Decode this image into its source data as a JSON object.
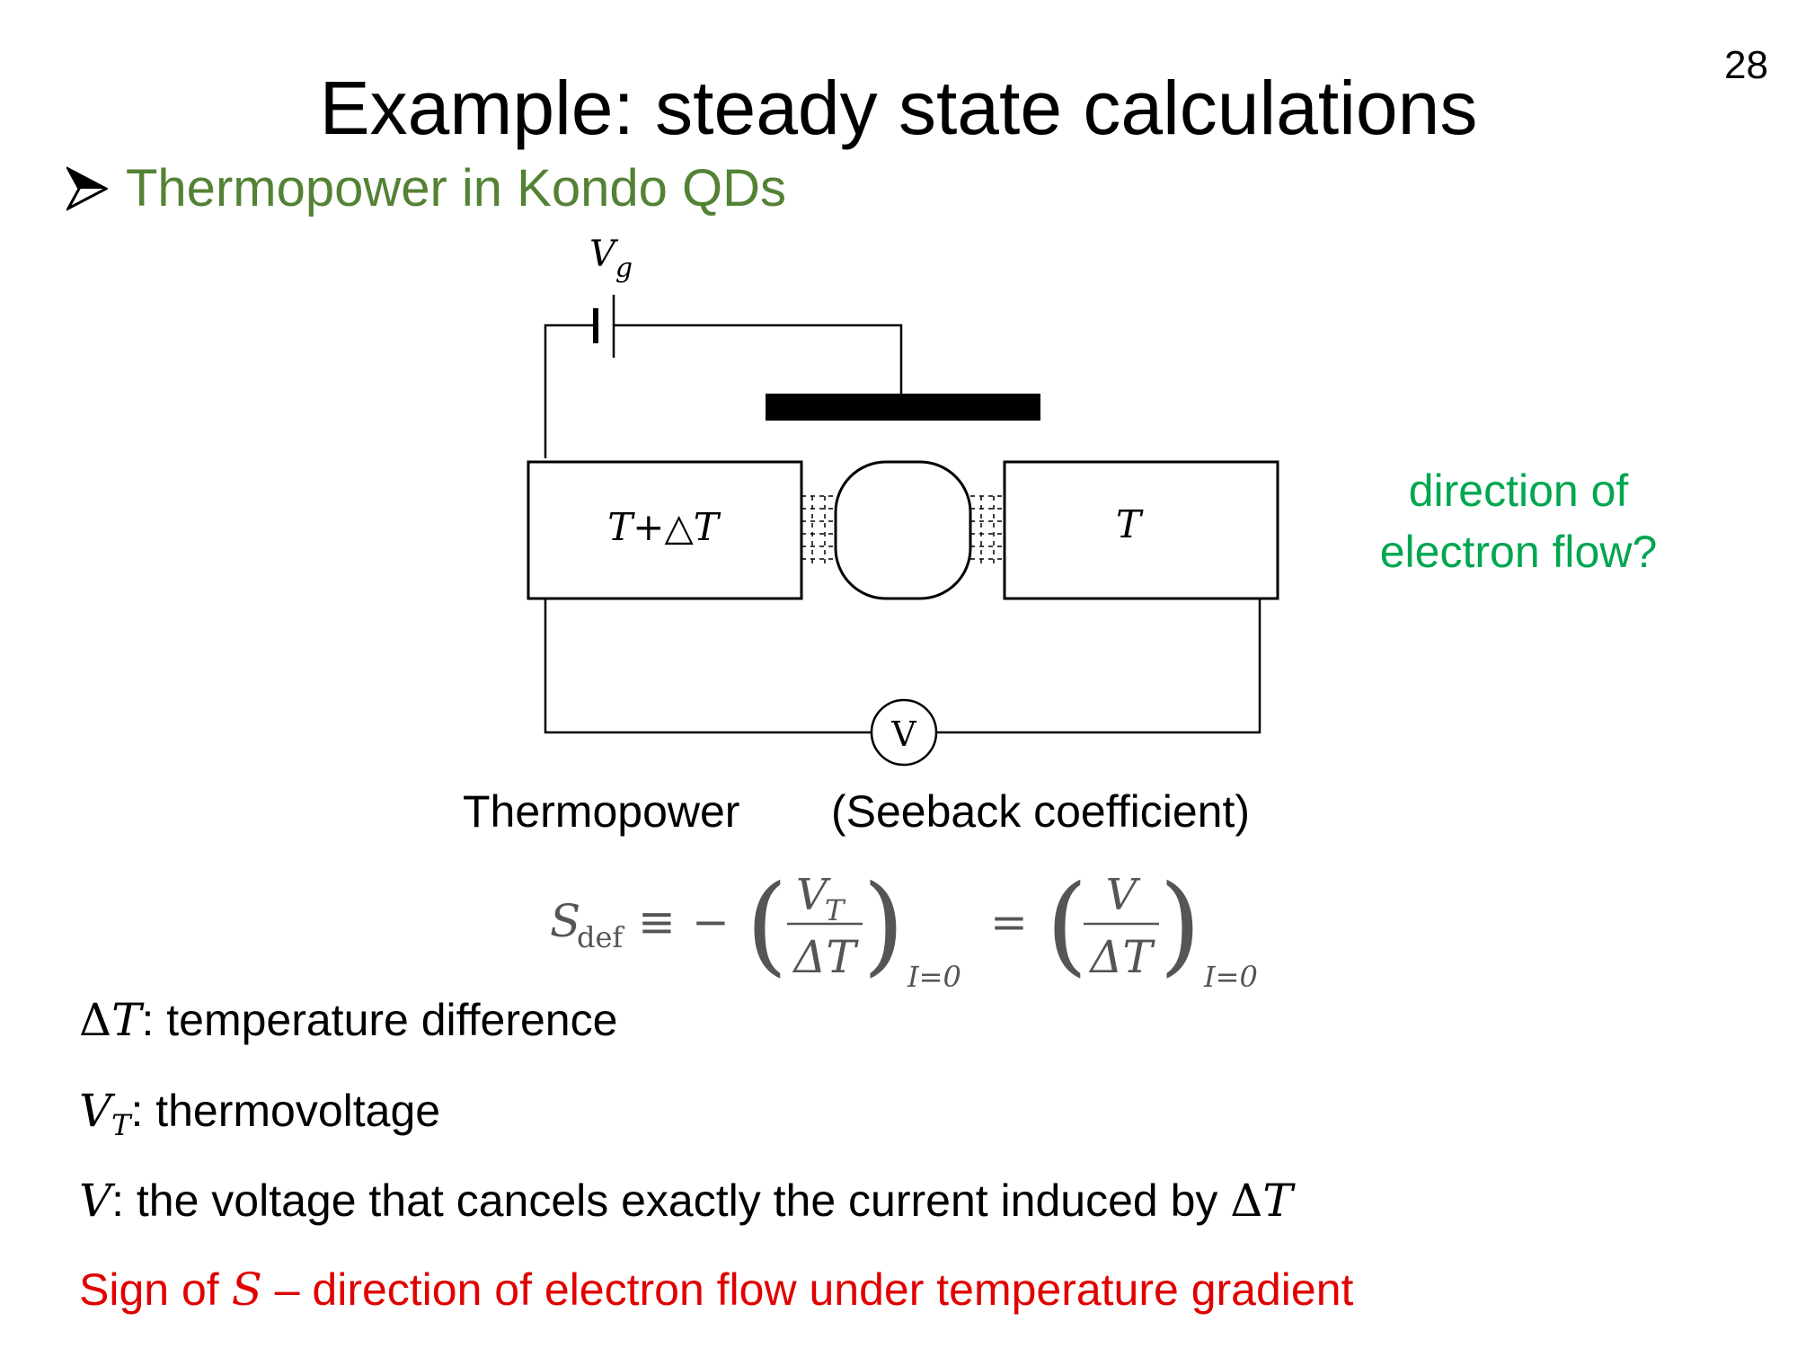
{
  "slide": {
    "page_number": "28",
    "title": "Example: steady state calculations",
    "subtitle": "Thermopower in Kondo QDs"
  },
  "diagram": {
    "gate_voltage_label": "V",
    "gate_voltage_subscript": "g",
    "left_reservoir_label": "T+△T",
    "right_reservoir_label": "T",
    "voltmeter_label": "V"
  },
  "question": {
    "line1": "direction of",
    "line2": "electron flow?"
  },
  "labels": {
    "thermopower": "Thermopower",
    "seebeck": "(Seeback coefficient)"
  },
  "formula": {
    "S": "S",
    "def_sub": "def",
    "equiv": "≡",
    "minus": "−",
    "lparen": "(",
    "rparen": ")",
    "num1": "V",
    "num1_sub": "T",
    "den": "ΔT",
    "cond": "I=0",
    "equals": "=",
    "num2": "V"
  },
  "definitions": {
    "delta_t_symbol": "Δ",
    "delta_t_T": "T",
    "delta_t_text": ": temperature difference",
    "vt_symbol": "V",
    "vt_sub": "T",
    "vt_text": ": thermovoltage",
    "v_symbol": "V",
    "v_text": ": the voltage that cancels exactly the current induced by ",
    "v_delta": "Δ",
    "v_T": "T"
  },
  "conclusion": {
    "prefix": "Sign of ",
    "symbol": "S",
    "suffix": " – direction of electron flow under temperature gradient"
  }
}
